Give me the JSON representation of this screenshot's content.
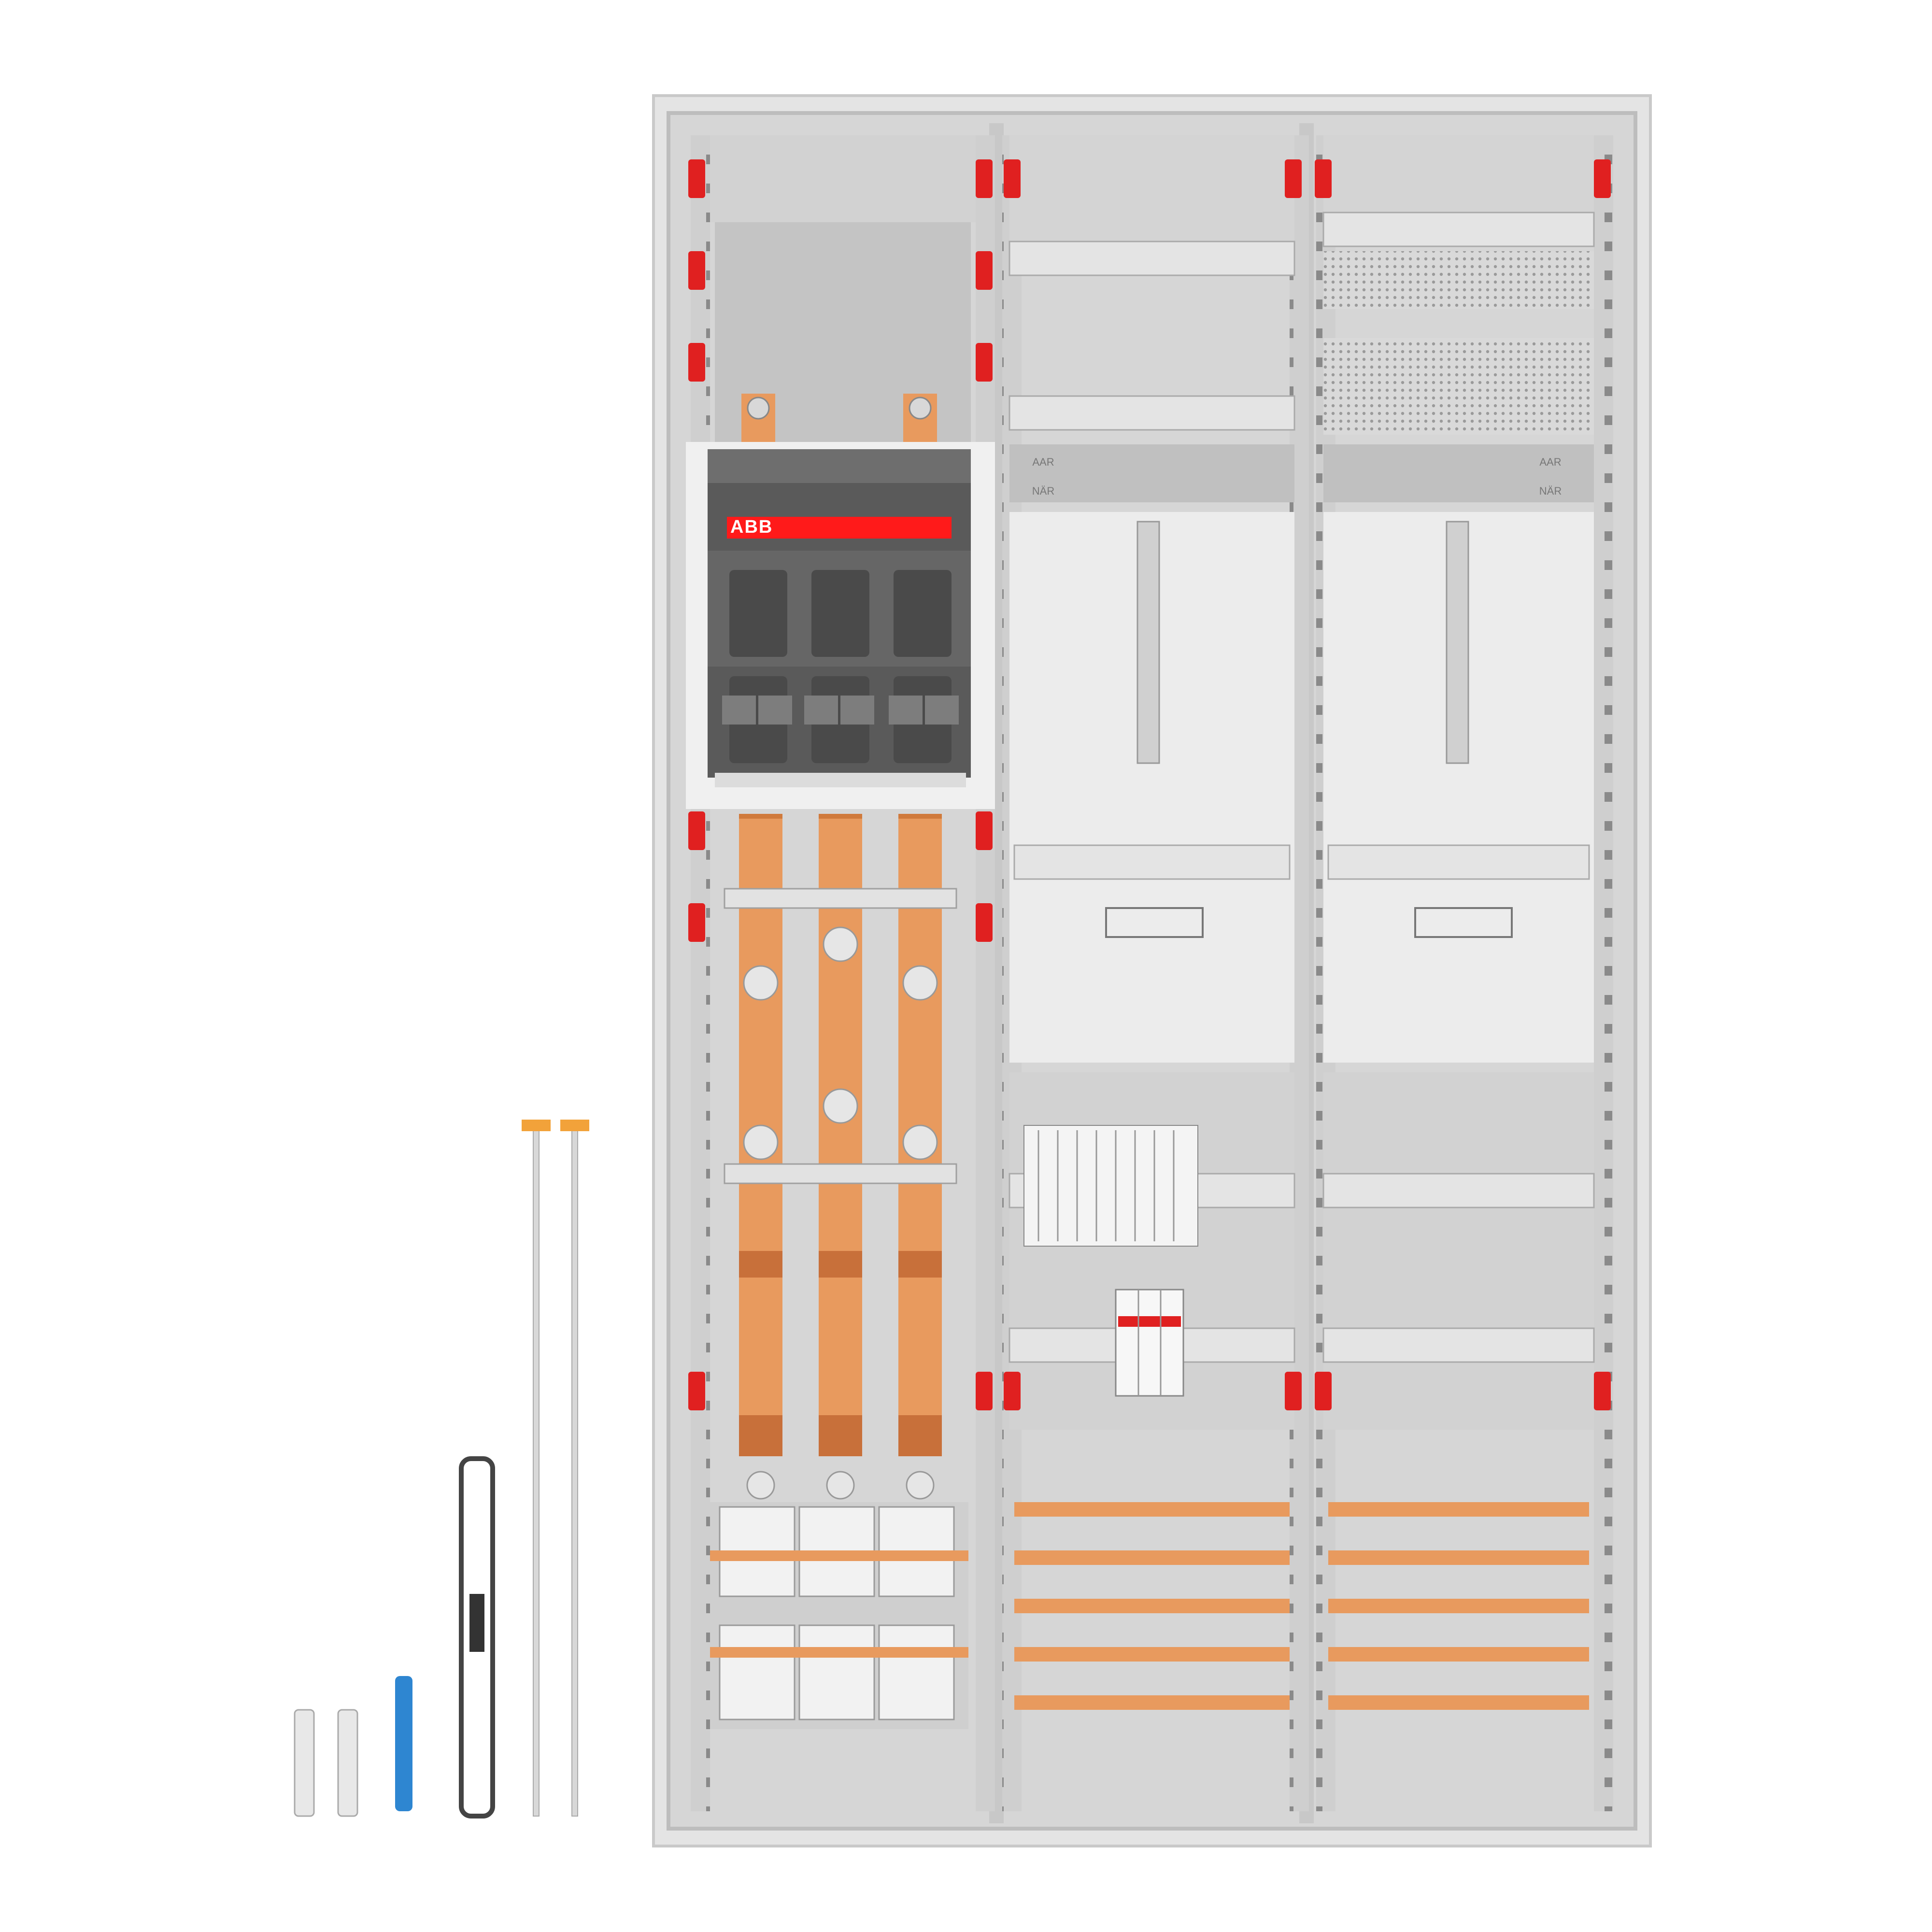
{
  "product": {
    "brand_label": "ABB",
    "terminal_marking": [
      "AAR",
      "NÄR"
    ]
  },
  "colors": {
    "copper": "#e89a5e",
    "copper_dark": "#d07a3c",
    "red_clip": "#e02020",
    "switch_grey": "#5a5a5a",
    "brand_red": "#ff1a1a",
    "accessory_blue": "#2e86d1",
    "accessory_orange": "#f2a23a"
  }
}
